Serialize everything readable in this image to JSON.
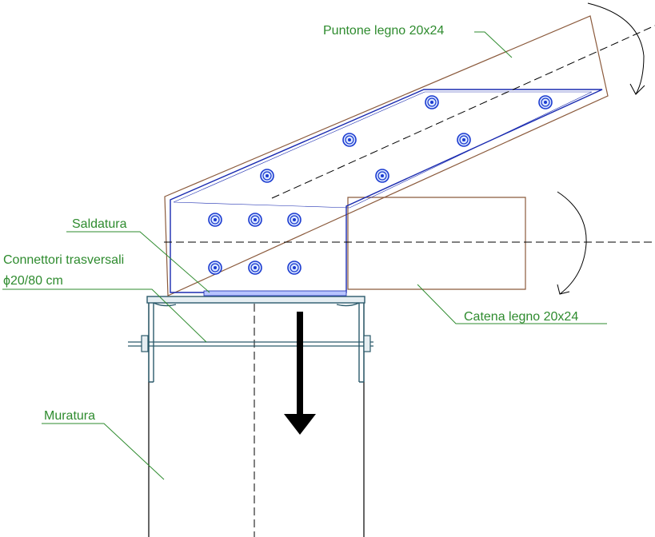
{
  "labels": {
    "puntone": "Puntone legno 20x24",
    "saldatura": "Saldatura",
    "connettori_line1": "Connettori trasversali",
    "connettori_line2": "ϕ20/80 cm",
    "catena": "Catena legno 20x24",
    "muratura": "Muratura"
  },
  "colors": {
    "label_text": "#2e8b2e",
    "leader": "#2e8b2e",
    "timber_outline": "#8b5a3c",
    "steel_plate": "#1a2bb0",
    "bolt": "#1a3ad0",
    "wall_outline": "#000000",
    "load_arrow": "#000000",
    "section_steel": "#2b5a6b"
  },
  "icons": {
    "load": "down-arrow-icon",
    "moment_top": "rotation-arrow-icon",
    "moment_right": "rotation-arrow-icon",
    "bolt": "bolt-icon"
  }
}
